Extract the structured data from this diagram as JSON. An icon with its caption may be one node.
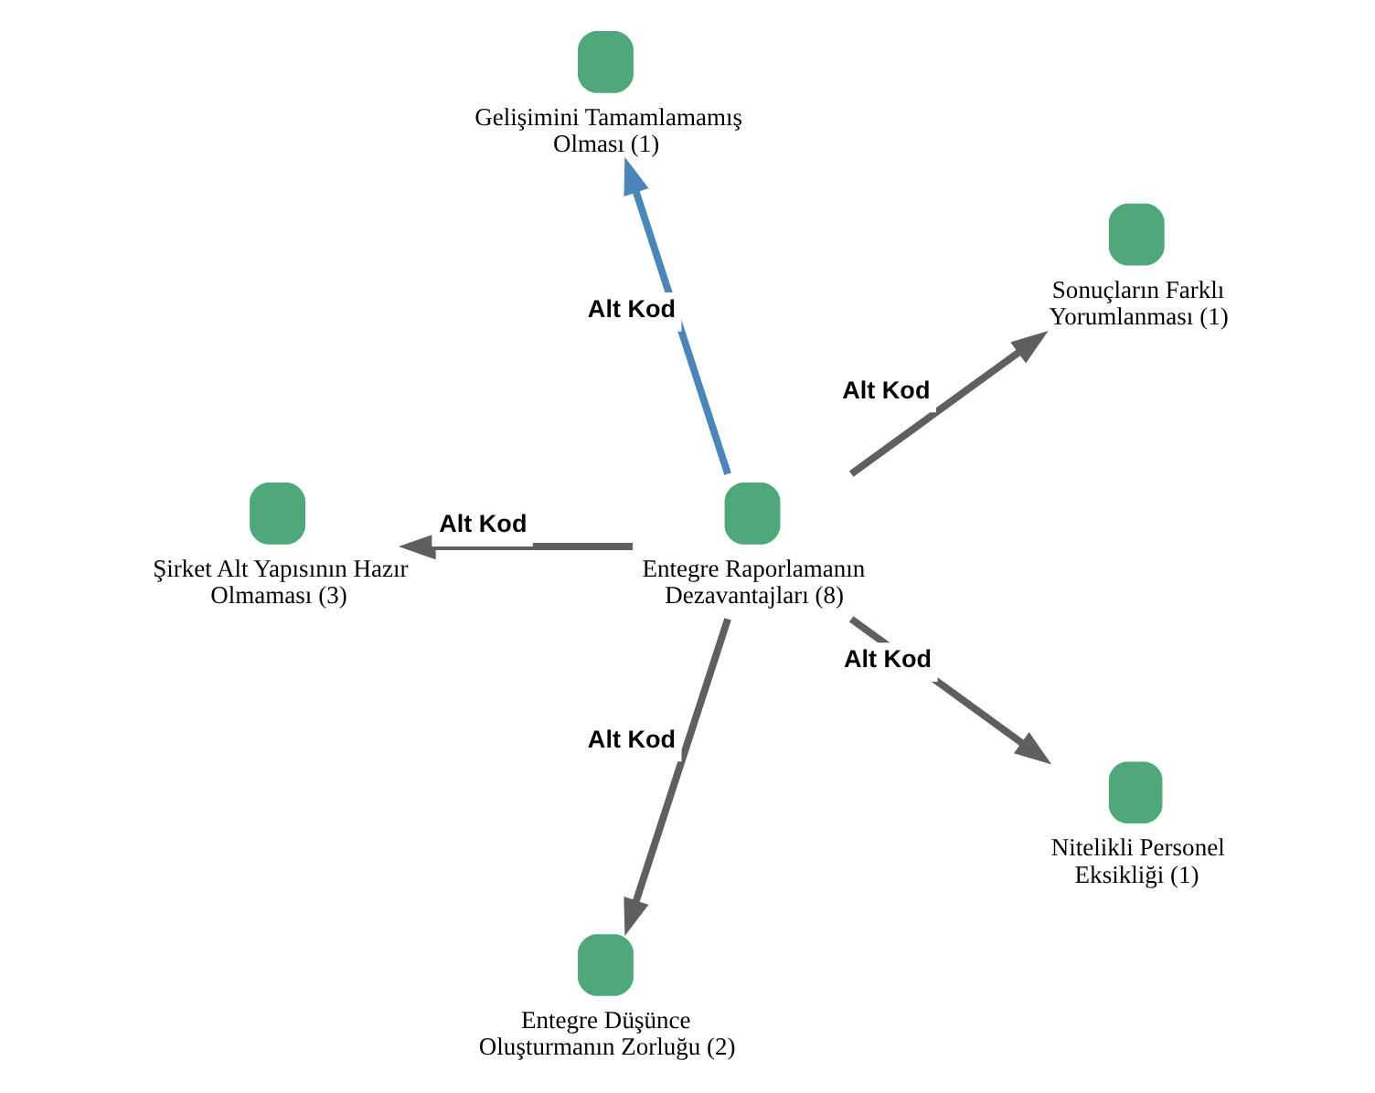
{
  "diagram": {
    "nodes": [
      {
        "text": [
          "Sonuçların Farklı Yorumlanması (1)"
        ]
      },
      {
        "text": [
          "Gelişimini Tamamlamamış Olması (1)"
        ]
      },
      {
        "text": [
          "Entegre Raporlamanın Dezavantajları (8)"
        ]
      },
      {
        "text": [
          "Şirket Alt Yapısının Hazır Olmaması (3)"
        ]
      },
      {
        "text": [
          "Entegre Düşünce Oluşturmanın Zorluğu (2)"
        ]
      },
      {
        "text": [
          "Nitelikli Personel Eksikliği (1)"
        ]
      }
    ],
    "edges": [
      {
        "from": 2,
        "to": 1,
        "arrow": "to",
        "label": "Alt Kod",
        "color": "#4a86b8"
      },
      {
        "from": 2,
        "to": 0,
        "arrow": "to",
        "label": "Alt Kod"
      },
      {
        "from": 2,
        "to": 3,
        "arrow": "to",
        "label": "Alt Kod"
      },
      {
        "from": 2,
        "to": 4,
        "arrow": "to",
        "label": "Alt Kod"
      },
      {
        "from": 2,
        "to": 5,
        "arrow": "to",
        "label": "Alt Kod"
      }
    ]
  }
}
